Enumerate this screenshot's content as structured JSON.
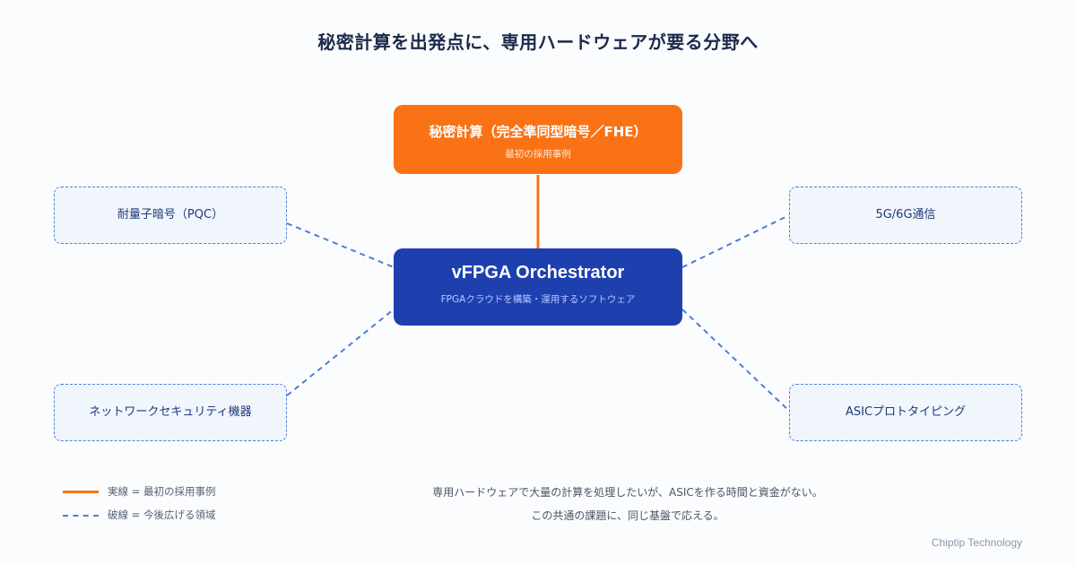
{
  "title": "秘密計算を出発点に、専用ハードウェアが要る分野へ",
  "top_node": {
    "label": "秘密計算（完全準同型暗号／FHE）",
    "sublabel": "最初の採用事例"
  },
  "center_node": {
    "label": "vFPGA Orchestrator",
    "sublabel": "FPGAクラウドを構築・運用するソフトウェア"
  },
  "domains": {
    "top_left": "耐量子暗号（PQC）",
    "top_right": "5G/6G通信",
    "bottom_left": "ネットワークセキュリティ機器",
    "bottom_right": "ASICプロトタイピング"
  },
  "legend": {
    "solid": "実線 = 最初の採用事例",
    "dashed": "破線 = 今後広げる領域"
  },
  "message": {
    "line1": "専用ハードウェアで大量の計算を処理したいが、ASICを作る時間と資金がない。",
    "line2": "この共通の課題に、同じ基盤で応える。"
  },
  "credit": "Chiptip Technology",
  "colors": {
    "accent_orange": "#f97316",
    "center_blue": "#1e40af",
    "dashed_blue": "#4a7fd6",
    "title_navy": "#1b2a4a"
  }
}
